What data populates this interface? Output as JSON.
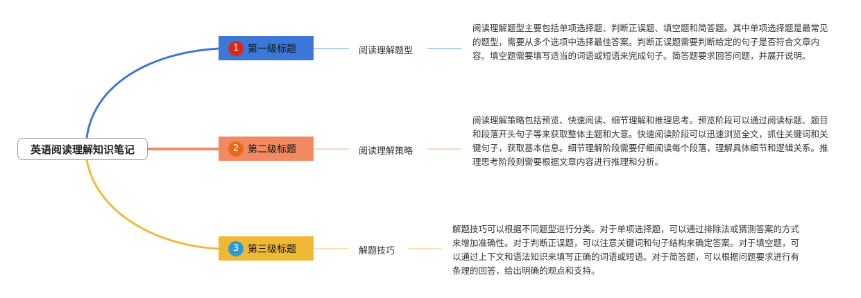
{
  "colors": {
    "branch1": "#3b78d8",
    "branch2": "#f18a63",
    "branch3": "#efb935",
    "badge1": "#d9281c",
    "badge2": "#ea6a13",
    "badge3": "#2b9bd6"
  },
  "root": {
    "label": "英语阅读理解知识笔记"
  },
  "branches": [
    {
      "badge": "1",
      "title": "第一级标题",
      "subtopic": "阅读理解题型",
      "description": "阅读理解题型主要包括单项选择题、判断正误题、填空题和简答题。其中单项选择题是最常见的题型，需要从多个选项中选择最佳答案。判断正误题需要判断给定的句子是否符合文章内容。填空题需要填写适当的词语或短语来完成句子。简答题要求回答问题，并展开说明。"
    },
    {
      "badge": "2",
      "title": "第二级标题",
      "subtopic": "阅读理解策略",
      "description": "阅读理解策略包括预览、快速阅读、细节理解和推理思考。预览阶段可以通过阅读标题、题目和段落开头句子等来获取整体主题和大意。快速阅读阶段可以迅速浏览全文，抓住关键词和关键句子，获取基本信息。细节理解阶段需要仔细阅读每个段落，理解具体细节和逻辑关系。推理思考阶段则需要根据文章内容进行推理和分析。"
    },
    {
      "badge": "3",
      "title": "第三级标题",
      "subtopic": "解题技巧",
      "description": "解题技巧可以根据不同题型进行分类。对于单项选择题，可以通过排除法或猜测答案的方式来增加准确性。对于判断正误题，可以注意关键词和句子结构来确定答案。对于填空题，可以通过上下文和语法知识来填写正确的词语或短语。对于简答题，可以根据问题要求进行有条理的回答，给出明确的观点和支持。"
    }
  ]
}
